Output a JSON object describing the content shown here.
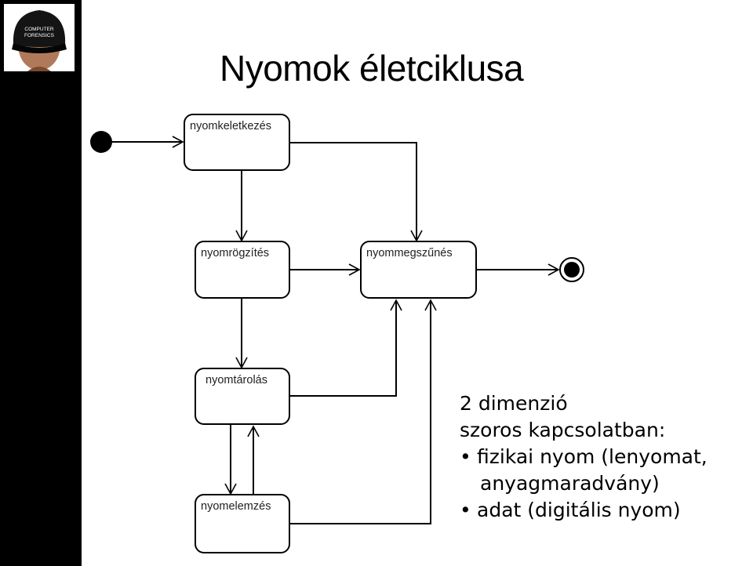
{
  "title": "Nyomok életciklusa",
  "logo": {
    "cap_text_line1": "COMPUTER",
    "cap_text_line2": "FORENSICS"
  },
  "states": {
    "keletkezes": "nyomkeletkezés",
    "rogzites": "nyomrögzítés",
    "megszunes": "nyommegszűnés",
    "tarolas": "nyomtárolás",
    "elemzes": "nyomelemzés"
  },
  "notes": {
    "line1": "2 dimenzió",
    "line2": "szoros kapcsolatban:",
    "bullet": "•",
    "item1_line1": "fizikai nyom (lenyomat,",
    "item1_line2": "anyagmaradvány)",
    "item2": "adat (digitális nyom)"
  }
}
